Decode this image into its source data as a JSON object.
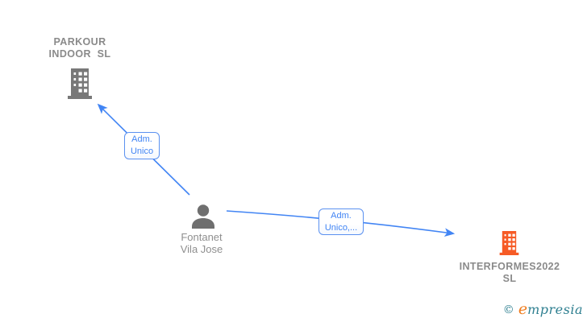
{
  "colors": {
    "edge_blue": "#4285f4",
    "icon_gray": "#787878",
    "label_text_gray": "#8a8a8a",
    "company_orange": "#f65b26",
    "logo_teal": "#2e7f90",
    "logo_orange": "#ef7c1d"
  },
  "nodes": [
    {
      "id": "parkour",
      "type": "company",
      "label": "PARKOUR\nINDOOR  SL",
      "icon": "building-icon",
      "color": "#787878"
    },
    {
      "id": "person",
      "type": "person",
      "label": "Fontanet\nVila Jose",
      "icon": "person-icon",
      "color": "#6f6f6f"
    },
    {
      "id": "interformes",
      "type": "company",
      "label": "INTERFORMES2022\nSL",
      "icon": "building-icon",
      "color": "#f65b26"
    }
  ],
  "edges": [
    {
      "from": "person",
      "to": "parkour",
      "label": "Adm.\nUnico"
    },
    {
      "from": "person",
      "to": "interformes",
      "label": "Adm.\nUnico,..."
    }
  ],
  "footer": {
    "copyright": "©",
    "brand_first_letter": "e",
    "brand_rest": "mpresia"
  }
}
